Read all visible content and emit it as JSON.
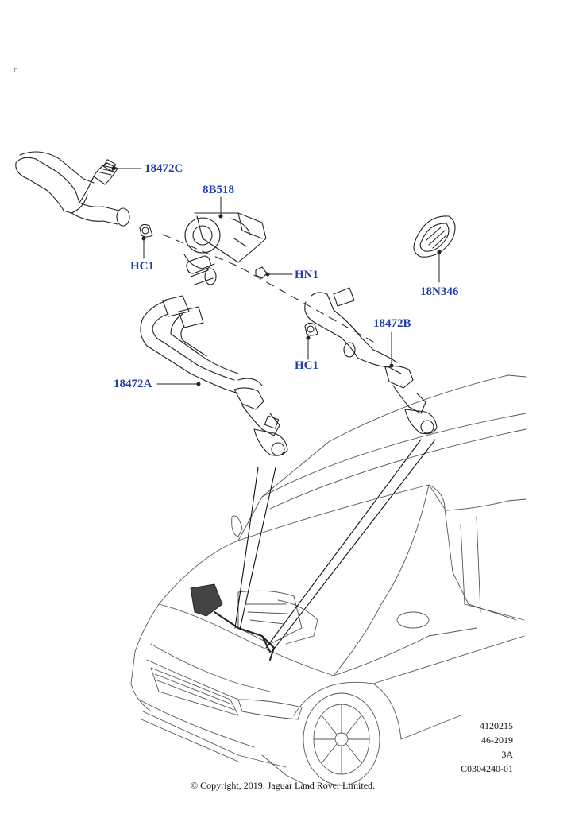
{
  "parts": {
    "c18472C": "18472C",
    "c8B518": "8B518",
    "hc1_top": "HC1",
    "hn1": "HN1",
    "c18N346": "18N346",
    "c18472B": "18472B",
    "hc1_bottom": "HC1",
    "c18472A": "18472A"
  },
  "reference": {
    "line1": "4120215",
    "line2": "46-2019",
    "line3": "3A",
    "line4": "C0304240-01"
  },
  "copyright": "© Copyright, 2019. Jaguar Land Rover Limited.",
  "colors": {
    "label": "#1f3fae",
    "line": "#222222"
  }
}
